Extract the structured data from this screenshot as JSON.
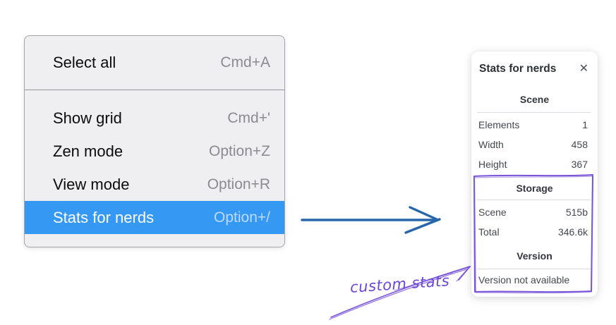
{
  "context_menu": {
    "groups": [
      {
        "items": [
          {
            "label": "Select all",
            "shortcut": "Cmd+A",
            "selected": false
          }
        ]
      },
      {
        "items": [
          {
            "label": "Show grid",
            "shortcut": "Cmd+'",
            "selected": false
          },
          {
            "label": "Zen mode",
            "shortcut": "Option+Z",
            "selected": false
          },
          {
            "label": "View mode",
            "shortcut": "Option+R",
            "selected": false
          },
          {
            "label": "Stats for nerds",
            "shortcut": "Option+/",
            "selected": true
          }
        ]
      }
    ],
    "highlight_color": "#3598f3"
  },
  "stats_panel": {
    "title": "Stats for nerds",
    "close_icon": "✕",
    "sections": [
      {
        "header": "Scene",
        "rows": [
          {
            "label": "Elements",
            "value": "1"
          },
          {
            "label": "Width",
            "value": "458"
          },
          {
            "label": "Height",
            "value": "367"
          }
        ]
      },
      {
        "header": "Storage",
        "rows": [
          {
            "label": "Scene",
            "value": "515b"
          },
          {
            "label": "Total",
            "value": "346.6k"
          }
        ]
      },
      {
        "header": "Version",
        "rows": [],
        "note": "Version not available"
      }
    ]
  },
  "annotations": {
    "label": "custom stats",
    "blue_arrow_color": "#2766ac",
    "purple_color": "#7a55d8"
  }
}
